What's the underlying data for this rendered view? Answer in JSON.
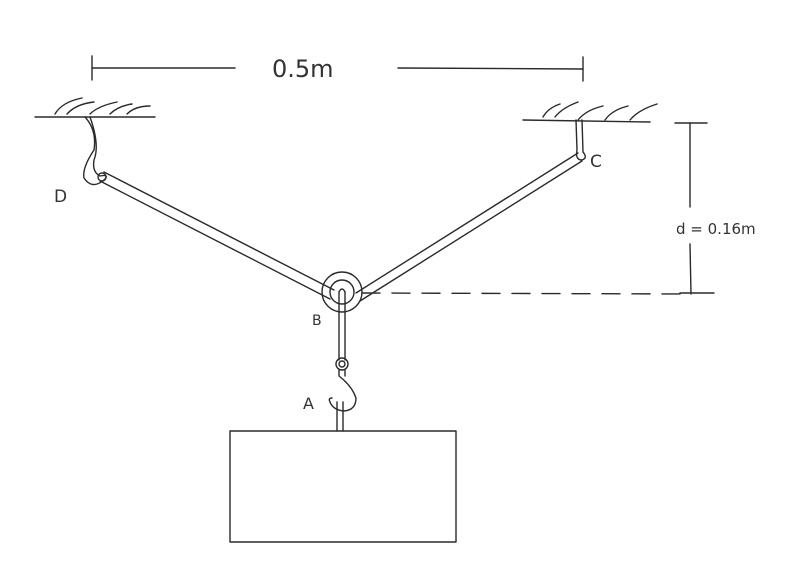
{
  "diagram": {
    "width_dimension": "0.5m",
    "height_dimension": "d = 0.16m",
    "labels": {
      "a": "A",
      "b": "B",
      "c": "C",
      "d": "D"
    },
    "ink_color": "#2a2a2a"
  }
}
